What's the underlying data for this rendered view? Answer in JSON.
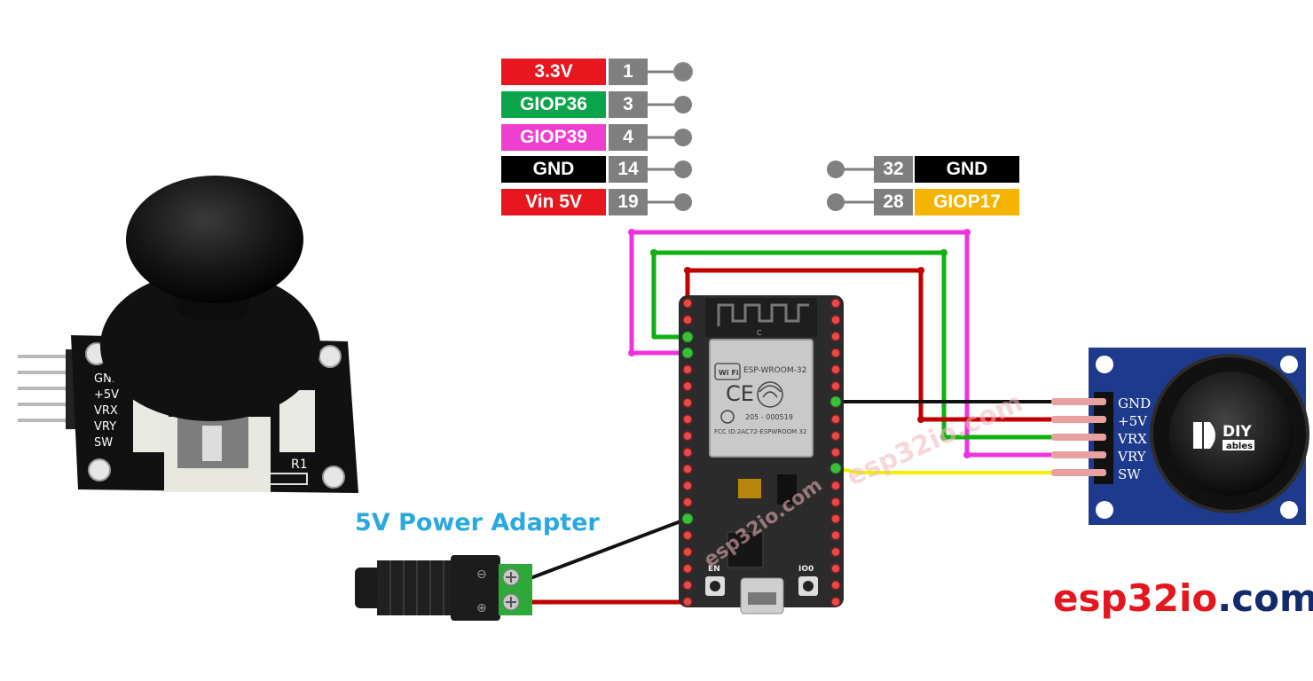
{
  "left_pins": [
    {
      "label": "3.3V",
      "number": "1",
      "color": "#e8161e"
    },
    {
      "label": "GIOP36",
      "number": "3",
      "color": "#0aa54a"
    },
    {
      "label": "GIOP39",
      "number": "4",
      "color": "#ef3fd0"
    },
    {
      "label": "GND",
      "number": "14",
      "color": "#000000"
    },
    {
      "label": "Vin 5V",
      "number": "19",
      "color": "#e8161e"
    }
  ],
  "right_pins": [
    {
      "label": "GND",
      "number": "32",
      "color": "#000000"
    },
    {
      "label": "GIOP17",
      "number": "28",
      "color": "#f5b400"
    }
  ],
  "joystick_photo_labels": [
    "GND",
    "+5V",
    "VRX",
    "VRY",
    "SW"
  ],
  "joystick_photo_r1": "R1",
  "joystick_module_labels": [
    "GND",
    "+5V",
    "VRX",
    "VRY",
    "SW"
  ],
  "joystick_module_logo": {
    "diy": "DIY",
    "ables": "ables"
  },
  "esp32": {
    "module_name": "ESP-WROOM-32",
    "cert_id": "205 - 000519",
    "fcc_id": "FCC ID:2AC72-ESPWROOM 32",
    "ce_mark": "CE",
    "wifi_text": "Wi Fi",
    "c_mark": "C",
    "en_label": "EN",
    "io0_label": "IO0"
  },
  "adapter": {
    "caption": "5V Power Adapter",
    "minus": "⊖",
    "plus": "⊕"
  },
  "watermark": "esp32io.com",
  "brand": {
    "part1": "esp32io",
    "part2": ".com"
  },
  "wire_colors": {
    "red": "#c00000",
    "green": "#10b010",
    "magenta": "#ee33dd",
    "black": "#111111",
    "yellow": "#f0f000"
  }
}
